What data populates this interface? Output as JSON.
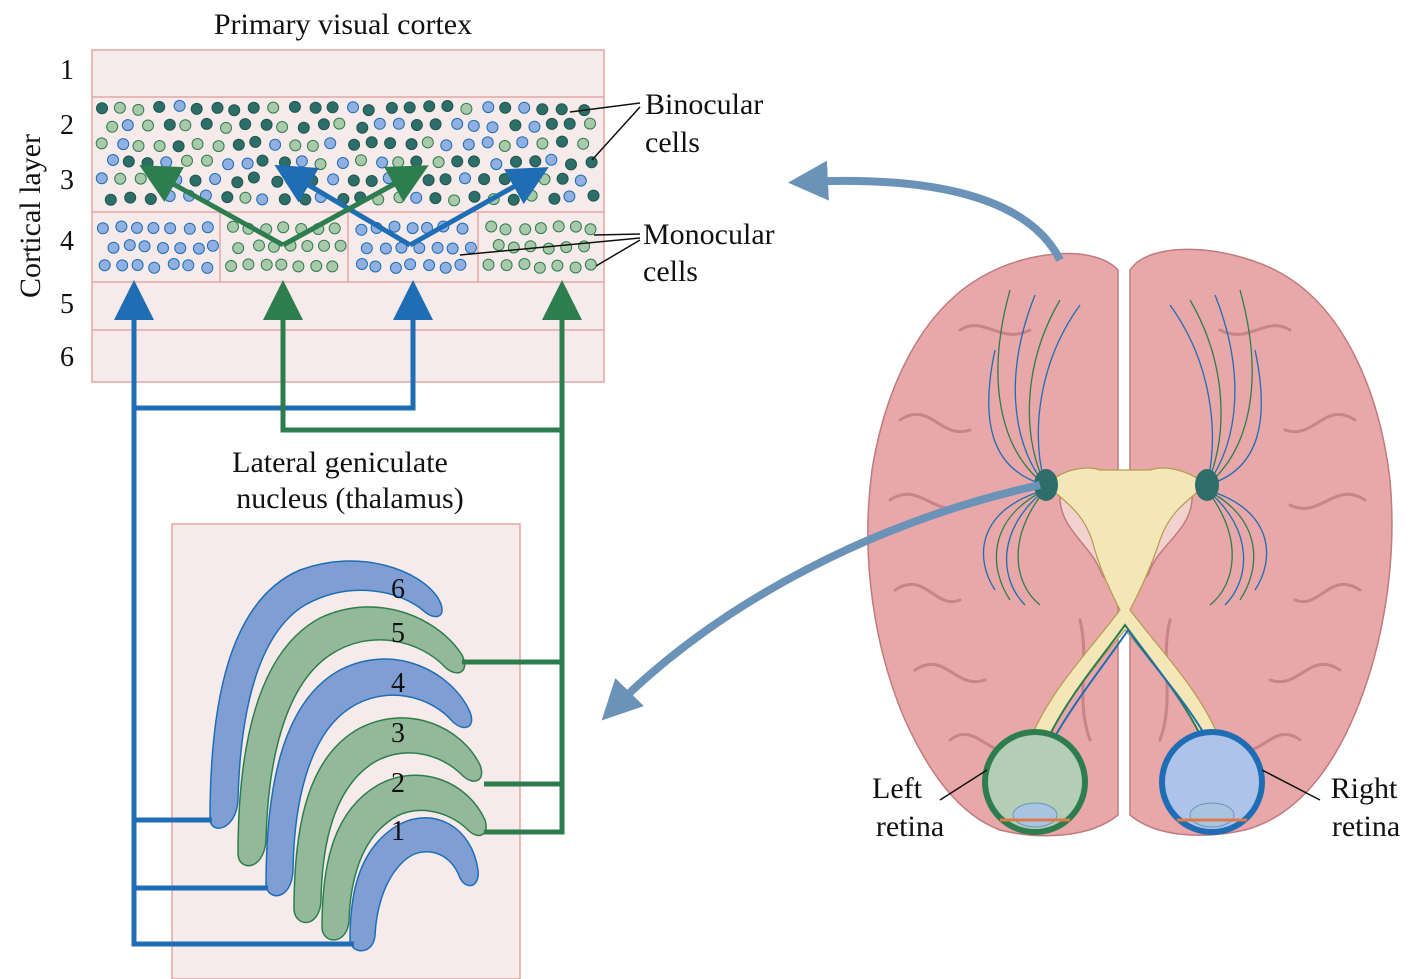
{
  "cortex": {
    "title": "Primary visual cortex",
    "axis_label": "Cortical layer",
    "layers": [
      "1",
      "2",
      "3",
      "4",
      "5",
      "6"
    ],
    "binocular_label": [
      "Binocular",
      "cells"
    ],
    "monocular_label": [
      "Monocular",
      "cells"
    ]
  },
  "lgn": {
    "title": [
      "Lateral geniculate",
      "nucleus (thalamus)"
    ],
    "layers": [
      "6",
      "5",
      "4",
      "3",
      "2",
      "1"
    ]
  },
  "brain": {
    "left_retina": [
      "Left",
      "retina"
    ],
    "right_retina": [
      "Right",
      "retina"
    ]
  },
  "colors": {
    "left_eye_path": "#2e7d4f",
    "right_eye_path": "#1f6db5",
    "lgn_blue": "#7f9ed4",
    "lgn_green": "#93b99a",
    "panel_fill": "#f6ebea",
    "panel_stroke": "#e1a7a4",
    "brain_pink": "#e8a7a8",
    "guide_arrow": "#6b93b8"
  }
}
